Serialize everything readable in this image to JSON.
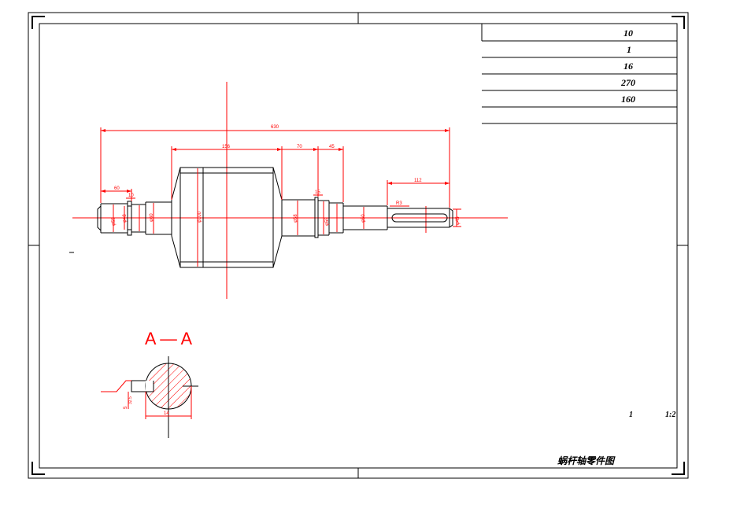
{
  "title_block": {
    "rows": [
      "10",
      "1",
      "16",
      "270",
      "160",
      ""
    ],
    "drawing_title": "蜗杆轴零件图",
    "quantity": "1",
    "scale": "1:2"
  },
  "dimensions": {
    "overall": "630",
    "worm_section": "156",
    "d70": "70",
    "d45": "45",
    "left_end": "60",
    "shoulder_right": "15",
    "key_length": "112",
    "radius": "R3",
    "left_gap": "10"
  },
  "diameters": {
    "left_bearing": "φ55",
    "left_journal": "φ48",
    "left_shaft": "φ60",
    "worm": "φ100",
    "right_shaft": "φ58",
    "right_bearing": "φ55",
    "right_step": "φ50",
    "key_end": "φ45"
  },
  "section": {
    "label": "A — A",
    "keyway_depth": "5",
    "width_label": "14",
    "keyway_note": "32.5"
  },
  "colors": {
    "dimension": "#ff0000",
    "outline": "#000000"
  }
}
